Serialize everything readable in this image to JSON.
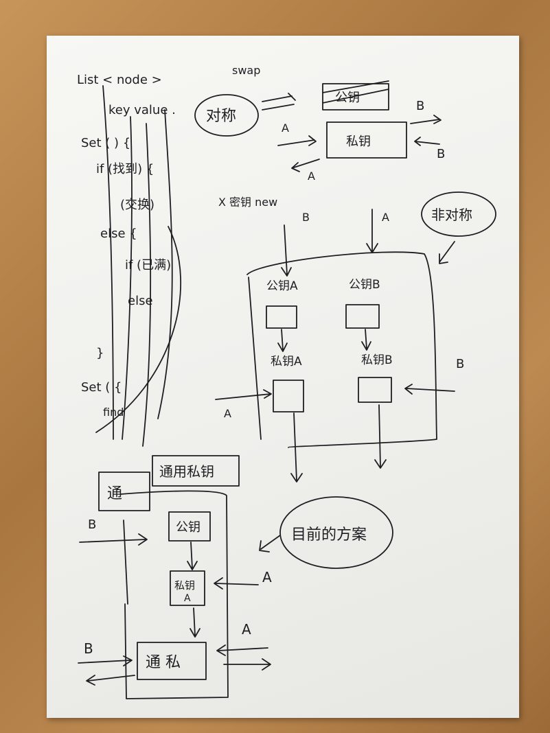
{
  "code": {
    "l1": "List < node >",
    "l2": "key value .",
    "l3": "Set ( ) {",
    "l4": "if (找到) {",
    "l5": "(交换)",
    "l6": "else {",
    "l7": "if (已满)",
    "l8": "else",
    "l9": "}",
    "l10": "Set ( {",
    "l11": "find"
  },
  "top": {
    "swap": "swap",
    "symmetric": "对称",
    "pubkey_crossed": "公钥",
    "privkey": "私钥",
    "A": "A",
    "B": "B",
    "key_swap": "X 密钥 new"
  },
  "asym": {
    "label": "非对称",
    "pubA": "公钥A",
    "pubB": "公钥B",
    "privA": "私钥A",
    "privB": "私钥B",
    "A": "A",
    "B": "B"
  },
  "bottom": {
    "tong": "通",
    "universal_priv": "通用私钥",
    "pub": "公钥",
    "priv": "私钥",
    "privA_sub": "A",
    "tongsi": "通 私",
    "current": "目前的方案",
    "A": "A",
    "B": "B"
  }
}
